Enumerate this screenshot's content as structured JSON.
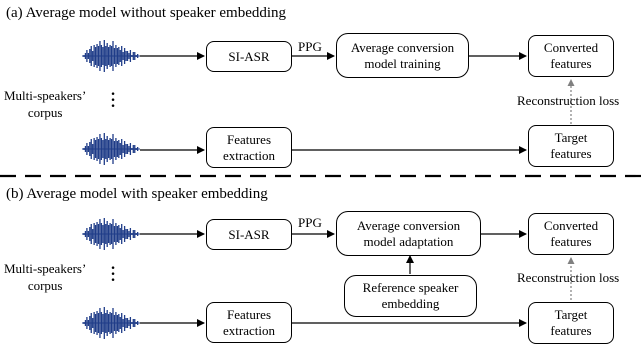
{
  "panel_a": {
    "title": "(a) Average model without speaker embedding",
    "corpus_label": "Multi-speakers’\ncorpus",
    "si_asr": "SI-ASR",
    "ppg": "PPG",
    "training_box": "Average conversion\nmodel training",
    "converted": "Converted\nfeatures",
    "recon_loss": "Reconstruction loss",
    "features_extraction": "Features\nextraction",
    "target": "Target\nfeatures"
  },
  "panel_b": {
    "title": "(b) Average model with speaker embedding",
    "corpus_label": "Multi-speakers’\ncorpus",
    "si_asr": "SI-ASR",
    "ppg": "PPG",
    "adaptation_box": "Average conversion\nmodel adaptation",
    "converted": "Converted\nfeatures",
    "recon_loss": "Reconstruction loss",
    "ref_embedding": "Reference speaker\nembedding",
    "features_extraction": "Features\nextraction",
    "target": "Target\nfeatures"
  },
  "colors": {
    "waveform": "#1f3c88",
    "arrow": "#000000",
    "loss_arrow": "#808080"
  },
  "icons": {
    "waveform": "waveform-icon",
    "ellipsis": "vertical-ellipsis-icon"
  }
}
